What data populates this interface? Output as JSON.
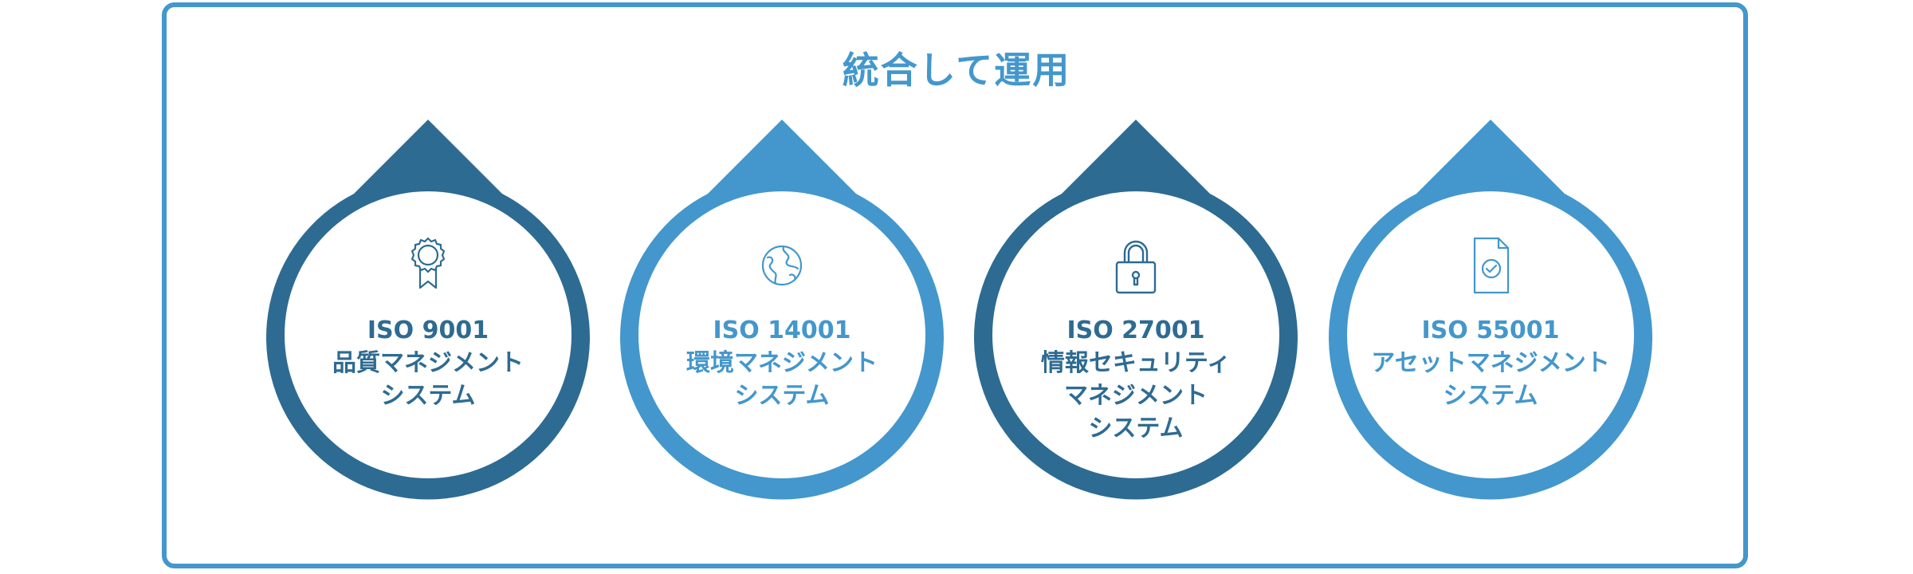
{
  "title": "統合して運用",
  "colors": {
    "dark": "#2d6b92",
    "light": "#4397cc",
    "frame": "#4397cc"
  },
  "items": [
    {
      "icon": "award-ribbon-icon",
      "tone": "dark",
      "lines": [
        "ISO 9001",
        "品質マネジメント",
        "システム"
      ]
    },
    {
      "icon": "globe-icon",
      "tone": "light",
      "lines": [
        "ISO 14001",
        "環境マネジメント",
        "システム"
      ]
    },
    {
      "icon": "padlock-icon",
      "tone": "dark",
      "lines": [
        "ISO 27001",
        "情報セキュリティ",
        "マネジメント",
        "システム"
      ]
    },
    {
      "icon": "document-check-icon",
      "tone": "light",
      "lines": [
        "ISO 55001",
        "アセットマネジメント",
        "システム"
      ]
    }
  ]
}
